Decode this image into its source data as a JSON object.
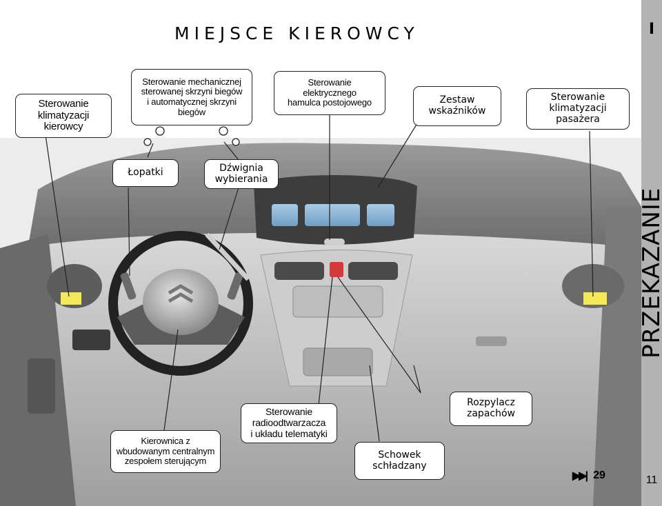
{
  "header": {
    "title": "MIEJSCE KIEROWCY",
    "section_mark": "I",
    "section_name": "PRZEKAZANIE",
    "page_number": "11",
    "reference": {
      "icon": "fast-forward-icon",
      "page": "29"
    }
  },
  "labels": {
    "driver_climate": "Sterowanie\nklimatyzacji\nkierowcy",
    "gearbox": "Sterowanie mechanicznej\nsterowanej skrzyni biegów\ni automatycznej skrzyni\nbiegów",
    "parking_brake": "Sterowanie\nelektrycznego\nhamulca postojowego",
    "instrument_panel": "Zestaw\nwskaźników",
    "passenger_climate": "Sterowanie\nklimatyzacji\npasażera",
    "paddles": "Łopatki",
    "selector_lever": "Dźwignia\nwybierania",
    "steering_wheel": "Kierownica z\nwbudowanym centralnym\nzespołem sterującym",
    "radio": "Sterowanie\nradioodtwarzacza\ni układu telematyki",
    "cooled_storage": "Schowek\nschładzany",
    "fragrance": "Rozpylacz\nzapachów"
  },
  "colors": {
    "sidebar": "#b3b3b3",
    "dashboard": "#8c8c8c",
    "display": "#8fb8d8",
    "vent_indicator": "#f2e85a",
    "hazard": "#d23b3b"
  }
}
